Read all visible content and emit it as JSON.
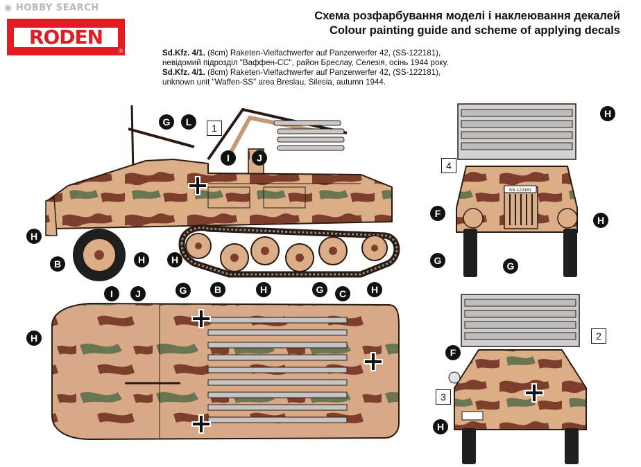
{
  "watermark": "HOBBY SEARCH",
  "brand": {
    "name": "RODEN",
    "reg": "®",
    "color": "#e31b23"
  },
  "title": {
    "ua": "Схема розфарбування моделі і наклеювання декалей",
    "en": "Colour painting guide and scheme of applying decals"
  },
  "description": [
    {
      "bold": "Sd.Kfz. 4/1.",
      "text": " (8cm) Raketen-Vielfachwerfer auf Panzerwerfer 42, (SS-122181),"
    },
    {
      "bold": "",
      "text": "невідомий підрозділ \"Ваффен-СС\", район Бреслау, Селезія, осінь 1944 року."
    },
    {
      "bold": "Sd.Kfz. 4/1.",
      "text": " (8cm) Raketen-Vielfachwerfer auf Panzerwerfer 42, (SS-122181),"
    },
    {
      "bold": "",
      "text": "unknown unit \"Waffen-SS\" area Breslau, Silesia, autumn 1944."
    }
  ],
  "plate": "SS-122181",
  "colors": {
    "base": "#dcae88",
    "brown": "#7d3e2c",
    "green": "#6a7552",
    "outline": "#2a1a12"
  },
  "callouts": [
    {
      "id": "c1",
      "label": "G"
    },
    {
      "id": "c2",
      "label": "L"
    },
    {
      "id": "c3",
      "label": "I"
    },
    {
      "id": "c4",
      "label": "J"
    },
    {
      "id": "c5",
      "label": "H"
    },
    {
      "id": "c6",
      "label": "B"
    },
    {
      "id": "c7",
      "label": "H"
    },
    {
      "id": "c8",
      "label": "H"
    },
    {
      "id": "c9",
      "label": "B"
    },
    {
      "id": "c10",
      "label": "H"
    },
    {
      "id": "c11",
      "label": "G"
    },
    {
      "id": "c12",
      "label": "H"
    },
    {
      "id": "c13",
      "label": "I"
    },
    {
      "id": "c14",
      "label": "J"
    },
    {
      "id": "c15",
      "label": "G"
    },
    {
      "id": "c16",
      "label": "C"
    },
    {
      "id": "c17",
      "label": "H"
    },
    {
      "id": "c18",
      "label": "H"
    },
    {
      "id": "c19",
      "label": "F"
    },
    {
      "id": "c20",
      "label": "H"
    },
    {
      "id": "c21",
      "label": "G"
    },
    {
      "id": "c22",
      "label": "G"
    },
    {
      "id": "c23",
      "label": "F"
    },
    {
      "id": "c24",
      "label": "H"
    }
  ],
  "decal_numbers": [
    {
      "id": "d1",
      "label": "1"
    },
    {
      "id": "d2",
      "label": "4"
    },
    {
      "id": "d3",
      "label": "2"
    },
    {
      "id": "d4",
      "label": "3"
    }
  ]
}
